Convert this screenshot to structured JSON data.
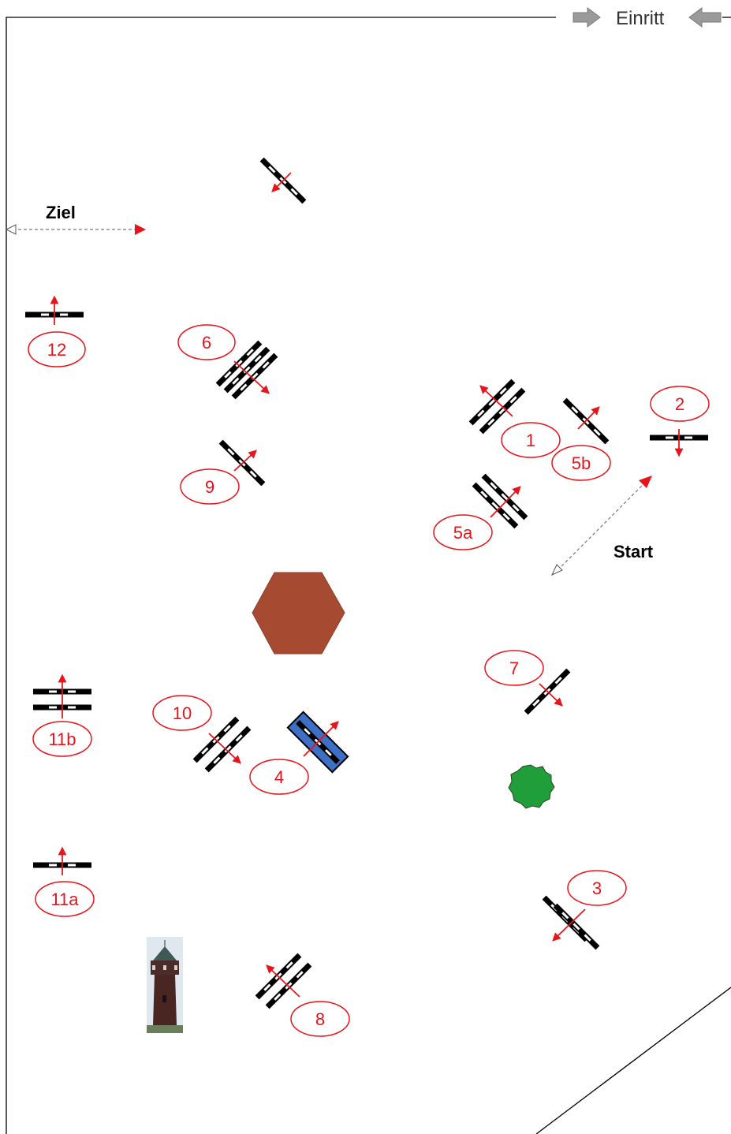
{
  "arena": {
    "entry_label": "Einritt",
    "start_label": "Start",
    "finish_label": "Ziel"
  },
  "obstacles": [
    {
      "id": "1",
      "label": "1"
    },
    {
      "id": "2",
      "label": "2"
    },
    {
      "id": "3",
      "label": "3"
    },
    {
      "id": "4",
      "label": "4"
    },
    {
      "id": "5a",
      "label": "5a"
    },
    {
      "id": "5b",
      "label": "5b"
    },
    {
      "id": "6",
      "label": "6"
    },
    {
      "id": "7",
      "label": "7"
    },
    {
      "id": "8",
      "label": "8"
    },
    {
      "id": "9",
      "label": "9"
    },
    {
      "id": "10",
      "label": "10"
    },
    {
      "id": "11a",
      "label": "11a"
    },
    {
      "id": "11b",
      "label": "11b"
    },
    {
      "id": "12",
      "label": "12"
    }
  ],
  "colors": {
    "number_red": "#e8141b",
    "pole_black": "#000000",
    "water_blue": "#3d6fc4",
    "hexagon_brown": "#a64a32",
    "tree_green": "#1f9e3a",
    "entry_arrow_gray": "#9a9a9a"
  },
  "icons": {
    "entry_arrows": "arrow-icon",
    "tree": "tree-icon",
    "tower": "water-tower-icon",
    "hexagon": "hexagon-icon"
  }
}
